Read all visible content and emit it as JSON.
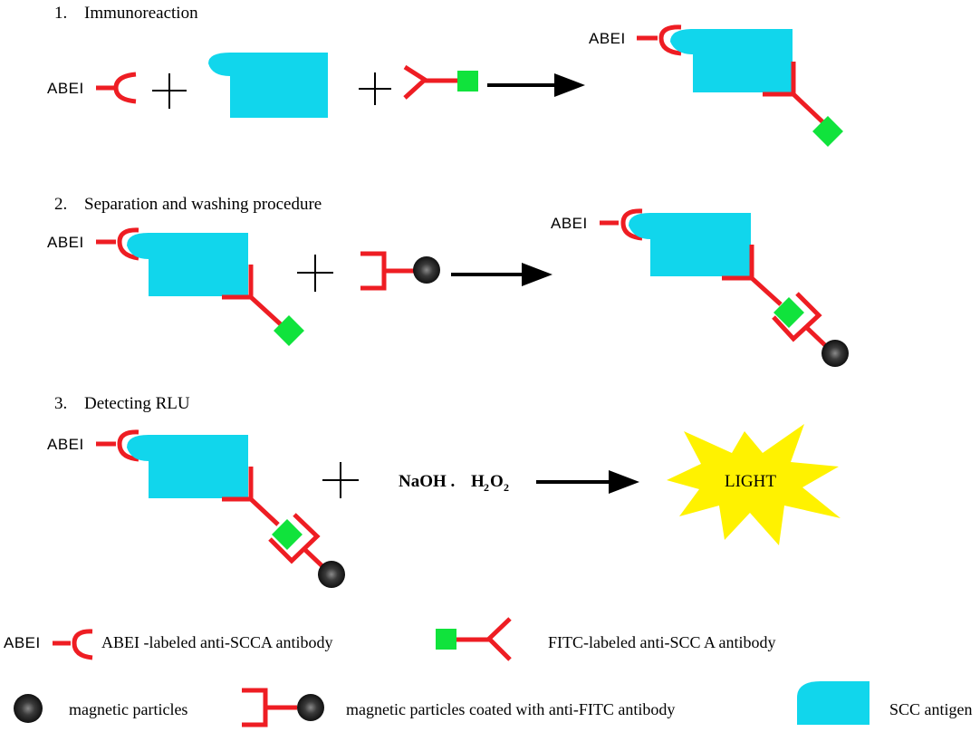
{
  "steps": [
    {
      "number": "1.",
      "title": "Immunoreaction"
    },
    {
      "number": "2.",
      "title": "Separation and washing procedure"
    },
    {
      "number": "3.",
      "title": "Detecting RLU"
    }
  ],
  "labels": {
    "abei": "ABEI",
    "reagents_naoh": "NaOH .",
    "reagents_h2o2_main": "H",
    "reagents_h2o2_sub1": "2",
    "reagents_h2o2_mid": "O",
    "reagents_h2o2_sub2": "2",
    "light": "LIGHT"
  },
  "legend": {
    "abei_antibody": "ABEI -labeled anti-SCCA antibody",
    "fitc_antibody": "FITC-labeled anti-SCC A antibody",
    "magnetic_particles": "magnetic particles",
    "coated_particles": "magnetic particles coated with anti-FITC antibody",
    "scc_antigen": "SCC antigen"
  },
  "colors": {
    "antibody_red": "#ee1d23",
    "fitc_green": "#10e33c",
    "antigen_cyan": "#11d6ec",
    "light_yellow": "#fff200",
    "particle_dark": "#222222"
  }
}
